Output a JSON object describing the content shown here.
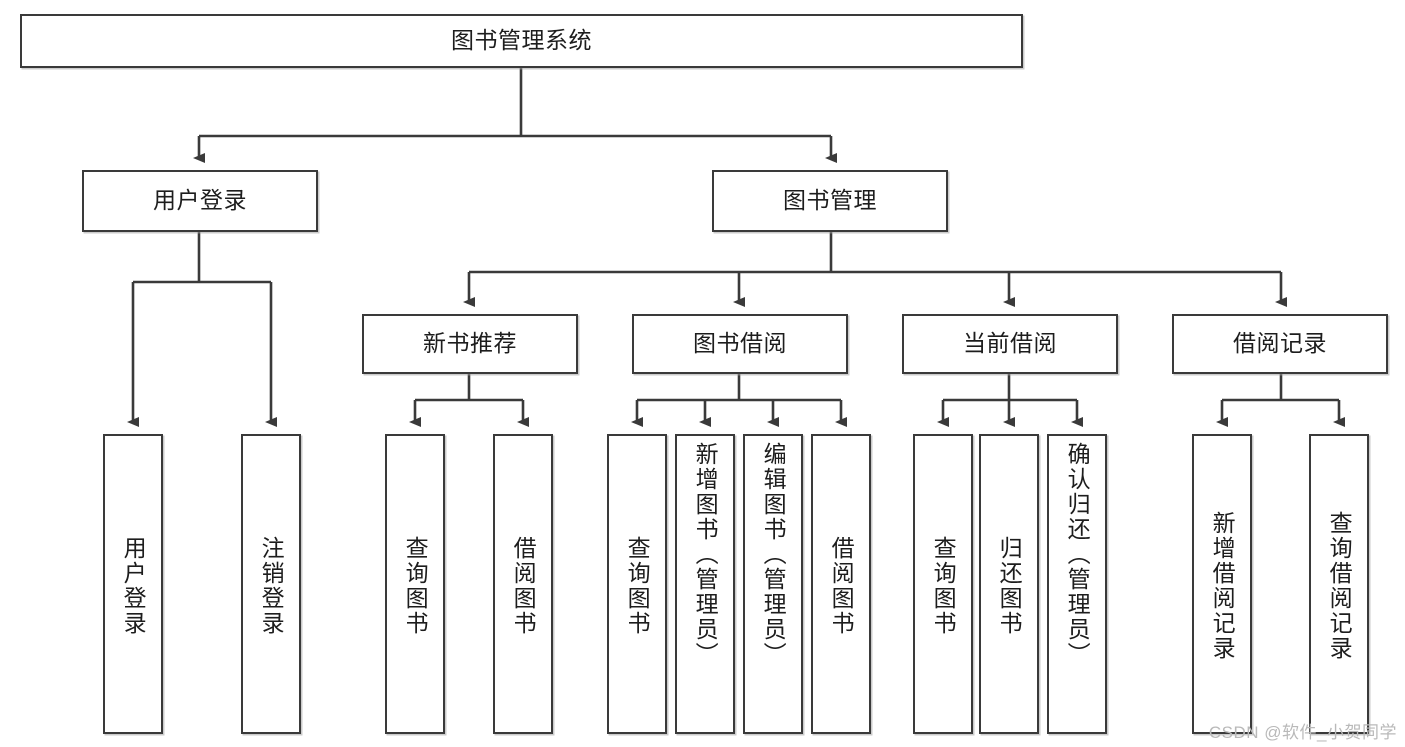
{
  "diagram": {
    "title": "图书管理系统",
    "type": "hierarchy-tree",
    "orientation": "top-down",
    "levels": 4,
    "root": {
      "id": "root",
      "label": "图书管理系统"
    },
    "level2": [
      {
        "id": "user-login",
        "label": "用户登录"
      },
      {
        "id": "book-manage",
        "label": "图书管理"
      }
    ],
    "level3": [
      {
        "id": "new-book-recommend",
        "label": "新书推荐",
        "parent": "book-manage"
      },
      {
        "id": "book-borrow",
        "label": "图书借阅",
        "parent": "book-manage"
      },
      {
        "id": "current-borrow",
        "label": "当前借阅",
        "parent": "book-manage"
      },
      {
        "id": "borrow-record",
        "label": "借阅记录",
        "parent": "book-manage"
      }
    ],
    "leaves": {
      "user_login": [
        {
          "id": "leaf-user-login",
          "label": "用户登录"
        },
        {
          "id": "leaf-logout",
          "label": "注销登录"
        }
      ],
      "new_book_recommend": [
        {
          "id": "leaf-query-book-1",
          "label": "查询图书"
        },
        {
          "id": "leaf-borrow-book-1",
          "label": "借阅图书"
        }
      ],
      "book_borrow": [
        {
          "id": "leaf-query-book-2",
          "label": "查询图书"
        },
        {
          "id": "leaf-add-book",
          "label": "新增图书（管理员）"
        },
        {
          "id": "leaf-edit-book",
          "label": "编辑图书（管理员）"
        },
        {
          "id": "leaf-borrow-book-2",
          "label": "借阅图书"
        }
      ],
      "current_borrow": [
        {
          "id": "leaf-query-book-3",
          "label": "查询图书"
        },
        {
          "id": "leaf-return-book",
          "label": "归还图书"
        },
        {
          "id": "leaf-confirm-return",
          "label": "确认归还（管理员）"
        }
      ],
      "borrow_record": [
        {
          "id": "leaf-add-record",
          "label": "新增借阅记录"
        },
        {
          "id": "leaf-query-record",
          "label": "查询借阅记录"
        }
      ]
    }
  },
  "watermark": {
    "text": "CSDN @软件_小贺同学"
  },
  "colors": {
    "border": "#3a3a3a",
    "text": "#1d1d1d",
    "background": "#ffffff",
    "edge": "#3a3a3a",
    "watermark": "#b9b9b9"
  }
}
